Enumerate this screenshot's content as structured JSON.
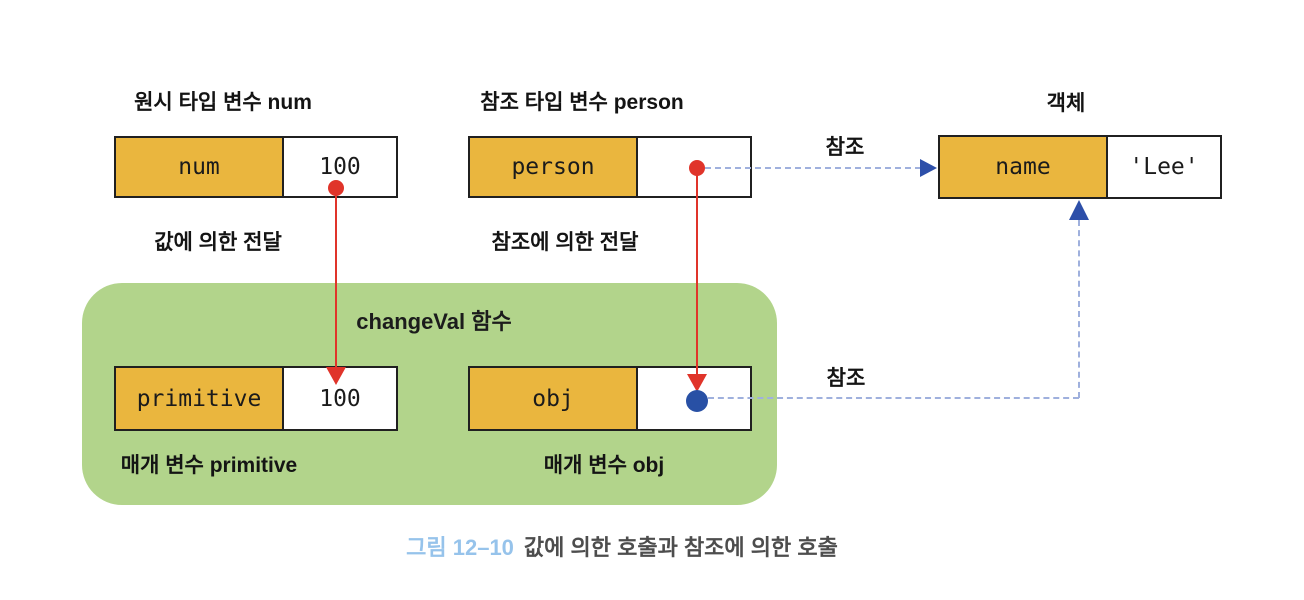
{
  "figure": {
    "caption_label": "그림 12–10",
    "caption_text": "값에 의한 호출과 참조에 의한 호출"
  },
  "top_row": {
    "num": {
      "title": "원시 타입 변수 num",
      "name": "num",
      "value": "100",
      "flow_label": "값에 의한 전달"
    },
    "person": {
      "title": "참조 타입 변수 person",
      "name": "person",
      "value": "",
      "flow_label": "참조에 의한 전달"
    },
    "object": {
      "title": "객체",
      "name": "name",
      "value": "'Lee'"
    }
  },
  "function_box": {
    "title": "changeVal 함수",
    "primitive": {
      "name": "primitive",
      "value": "100",
      "caption": "매개 변수 primitive"
    },
    "obj": {
      "name": "obj",
      "value": "",
      "caption": "매개 변수 obj"
    }
  },
  "arrows": {
    "ref_top_label": "참조",
    "ref_bottom_label": "참조"
  },
  "colors": {
    "bg": "#ffffff",
    "yellow": "#eab63e",
    "green": "#b2d48b",
    "red": "#e0342a",
    "blue": "#2850a5",
    "arrow-blue": "#2d4fa9",
    "dotted-blue": "#9fb0dd",
    "caption-blue": "#96c3eb"
  }
}
